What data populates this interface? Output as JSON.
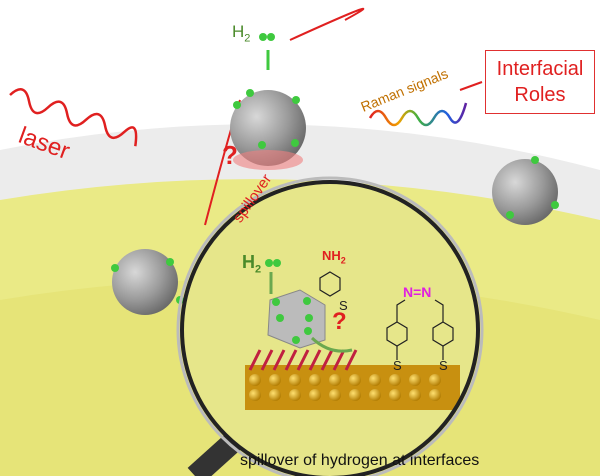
{
  "labels": {
    "h2_top": "H",
    "h2_top_sub": "2",
    "laser": "laser",
    "spillover": "spillover",
    "raman": "Raman signals",
    "interfacial_line1": "Interfacial",
    "interfacial_line2": "Roles",
    "h2_inset": "H",
    "h2_inset_sub": "2",
    "nh2": "NH",
    "nh2_sub": "2",
    "azo": "N=N",
    "sulfur": "S",
    "question": "?",
    "caption": "spillover of hydrogen at interfaces"
  },
  "colors": {
    "accent_red": "#e02020",
    "hydrogen_green": "#3fc93f",
    "azo_magenta": "#e020e0",
    "liquid_yellow": "#e8e87a",
    "gold": "#d9a514"
  }
}
